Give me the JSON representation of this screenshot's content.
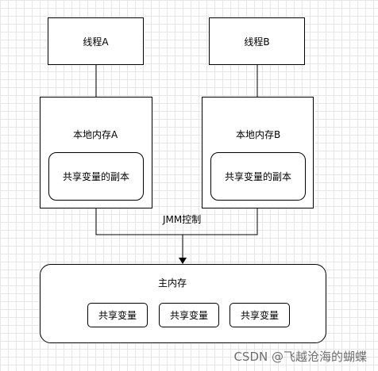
{
  "thread_a": {
    "label": "线程A"
  },
  "thread_b": {
    "label": "线程B"
  },
  "local_mem_a": {
    "label": "本地内存A",
    "copy_label": "共享变量的副本"
  },
  "local_mem_b": {
    "label": "本地内存B",
    "copy_label": "共享变量的副本"
  },
  "jmm": {
    "label": "JMM控制"
  },
  "main_mem": {
    "label": "主内存",
    "vars": [
      {
        "label": "共享变量"
      },
      {
        "label": "共享变量"
      },
      {
        "label": "共享变量"
      }
    ]
  },
  "watermark": {
    "text": "CSDN @飞越沧海的蝴蝶"
  },
  "colors": {
    "stroke": "#000000",
    "background": "#ffffff",
    "grid": "#e6e6e6"
  }
}
